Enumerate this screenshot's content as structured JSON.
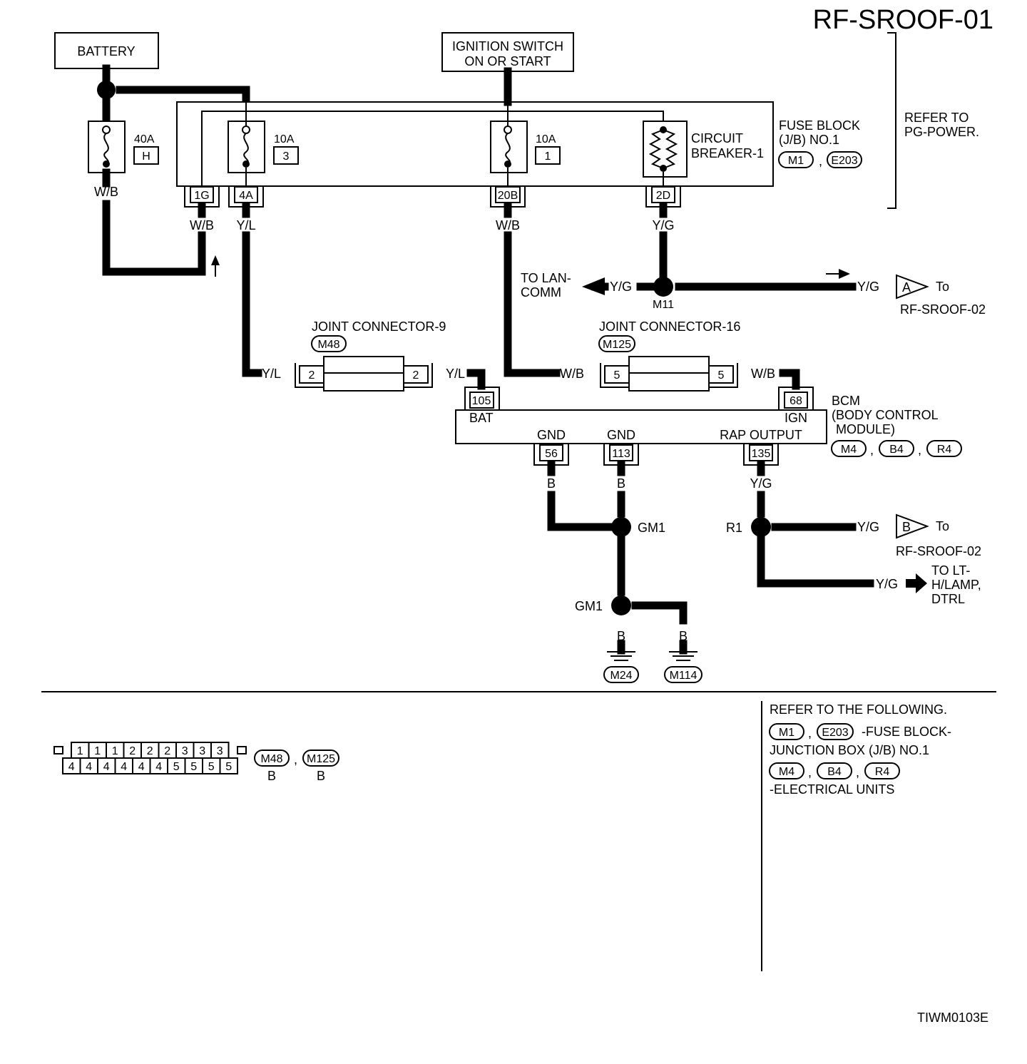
{
  "title": "RF-SROOF-01",
  "doc_code": "TIWM0103E",
  "battery": "BATTERY",
  "ignition": {
    "line1": "IGNITION SWITCH",
    "line2": "ON OR START"
  },
  "refer_pg": {
    "line1": "REFER TO",
    "line2": "PG-POWER."
  },
  "fuse_block": {
    "line1": "FUSE BLOCK",
    "line2": "(J/B) NO.1",
    "conn1": "M1",
    "conn2": "E203",
    "circuit_breaker": {
      "line1": "CIRCUIT",
      "line2": "BREAKER-1"
    }
  },
  "fuses": [
    {
      "amp": "40A",
      "id": "H"
    },
    {
      "amp": "10A",
      "id": "3"
    },
    {
      "amp": "10A",
      "id": "1"
    }
  ],
  "terminals": {
    "t1g": "1G",
    "t4a": "4A",
    "t20b": "20B",
    "t2d": "2D"
  },
  "wires": {
    "wb": "W/B",
    "yl": "Y/L",
    "yg": "Y/G",
    "b": "B"
  },
  "lan_comm": {
    "line1": "TO LAN-",
    "line2": "COMM"
  },
  "splices": {
    "m11": "M11",
    "gm1": "GM1",
    "r1": "R1"
  },
  "offpage": {
    "a": "A",
    "b": "B",
    "to": "To",
    "page": "RF-SROOF-02"
  },
  "joint9": {
    "label": "JOINT CONNECTOR-9",
    "conn": "M48",
    "pin": "2"
  },
  "joint16": {
    "label": "JOINT CONNECTOR-16",
    "conn": "M125",
    "pin": "5"
  },
  "bcm": {
    "line1": "BCM",
    "line2": "(BODY CONTROL",
    "line3": "MODULE)",
    "conn1": "M4",
    "conn2": "B4",
    "conn3": "R4",
    "pin_bat": "105",
    "pin_ign": "68",
    "pin_gnd1": "56",
    "pin_gnd2": "113",
    "pin_rap": "135",
    "bat": "BAT",
    "ign": "IGN",
    "gnd": "GND",
    "rap": "RAP OUTPUT"
  },
  "lt_lamp": {
    "line1": "TO LT-",
    "line2": "H/LAMP,",
    "line3": "DTRL"
  },
  "grounds": {
    "g1": "M24",
    "g2": "M114"
  },
  "connector_face": {
    "top_row": [
      "1",
      "1",
      "1",
      "2",
      "2",
      "2",
      "3",
      "3",
      "3"
    ],
    "bottom_row": [
      "4",
      "4",
      "4",
      "4",
      "4",
      "4",
      "5",
      "5",
      "5",
      "5"
    ],
    "conn1": "M48",
    "conn2": "M125",
    "color1": "B",
    "color2": "B"
  },
  "refer_following": {
    "header": "REFER TO THE FOLLOWING.",
    "fuse_text": "-FUSE BLOCK-",
    "fuse_text2": "JUNCTION BOX (J/B) NO.1",
    "units_text": "-ELECTRICAL UNITS",
    "c1": "M1",
    "c2": "E203",
    "c3": "M4",
    "c4": "B4",
    "c5": "R4"
  },
  "separator_comma": ","
}
